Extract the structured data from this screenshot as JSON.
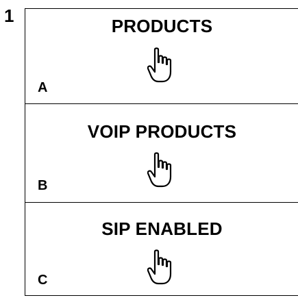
{
  "step": {
    "number": "1"
  },
  "panels": [
    {
      "title": "PRODUCTS",
      "letter": "A",
      "icon": "hand-pointer-icon"
    },
    {
      "title": "VOIP PRODUCTS",
      "letter": "B",
      "icon": "hand-pointer-icon"
    },
    {
      "title": "SIP ENABLED",
      "letter": "C",
      "icon": "hand-pointer-icon"
    }
  ]
}
